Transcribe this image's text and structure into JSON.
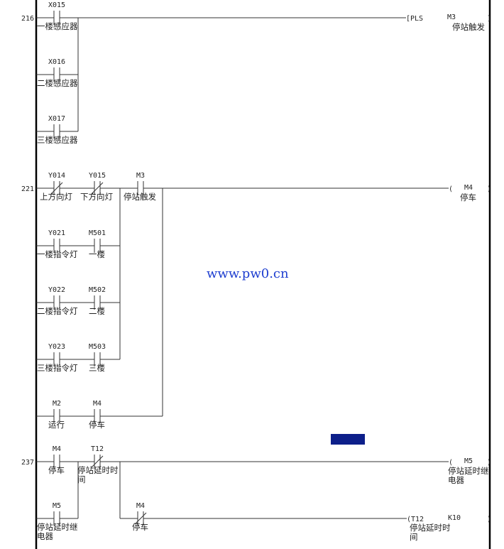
{
  "watermark": "www.pw0.cn",
  "colors": {
    "wire": "#333333",
    "watermark": "#1f3fd0",
    "marker": "#0d1f8a"
  },
  "rungs": [
    {
      "step": "216",
      "contacts": [
        {
          "addr": "X015",
          "comment": "一楼感应器",
          "type": "NO"
        },
        {
          "addr": "X016",
          "comment": "二楼感应器",
          "type": "NO"
        },
        {
          "addr": "X017",
          "comment": "三楼感应器",
          "type": "NO"
        }
      ],
      "outputs": [
        {
          "kind": "instruction",
          "open": "[PLS",
          "operand": "M3",
          "close": "]",
          "comment": "停站触发"
        }
      ]
    },
    {
      "step": "221",
      "contacts": [
        {
          "addr": "Y014",
          "comment": "上方向灯",
          "type": "NC"
        },
        {
          "addr": "Y015",
          "comment": "下方向灯",
          "type": "NC"
        },
        {
          "addr": "M3",
          "comment": "停站触发",
          "type": "NO"
        },
        {
          "addr": "Y021",
          "comment": "一楼指令灯",
          "type": "NO"
        },
        {
          "addr": "M501",
          "comment": "一楼",
          "type": "NO"
        },
        {
          "addr": "Y022",
          "comment": "二楼指令灯",
          "type": "NO"
        },
        {
          "addr": "M502",
          "comment": "二楼",
          "type": "NO"
        },
        {
          "addr": "Y023",
          "comment": "三楼指令灯",
          "type": "NO"
        },
        {
          "addr": "M503",
          "comment": "三楼",
          "type": "NO"
        },
        {
          "addr": "M2",
          "comment": "运行",
          "type": "NO"
        },
        {
          "addr": "M4",
          "comment": "停车",
          "type": "NO"
        }
      ],
      "outputs": [
        {
          "kind": "coil",
          "open": "(",
          "operand": "M4",
          "close": ")",
          "comment": "停车"
        }
      ]
    },
    {
      "step": "237",
      "contacts": [
        {
          "addr": "M4",
          "comment": "停车",
          "type": "NO"
        },
        {
          "addr": "T12",
          "comment": "停站延时时间",
          "type": "NC"
        },
        {
          "addr": "M5",
          "comment": "停站延时继电器",
          "type": "NO"
        },
        {
          "addr": "M4",
          "comment": "停车",
          "type": "NC"
        }
      ],
      "outputs": [
        {
          "kind": "coil",
          "open": "(",
          "operand": "M5",
          "close": ")",
          "comment": "停站延时继电器"
        },
        {
          "kind": "timer",
          "open": "(T12",
          "operand": "K10",
          "close": ")",
          "comment": "停站延时时间"
        }
      ]
    }
  ]
}
